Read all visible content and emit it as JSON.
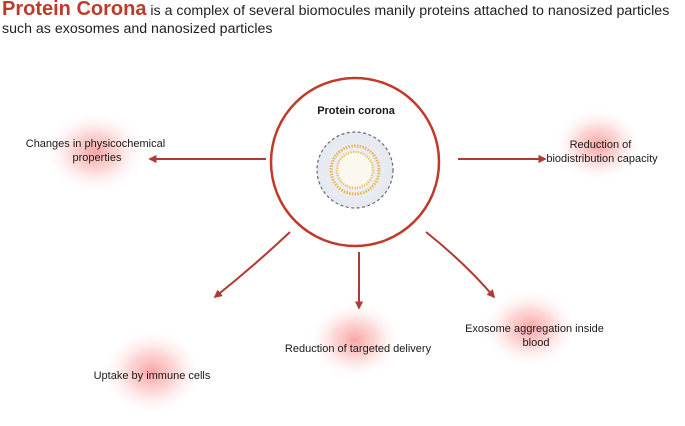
{
  "intro": {
    "title": "Protein Corona",
    "text": " is a complex of several biomocules manily proteins attached to nanosized particles such as exosomes and nanosized particles"
  },
  "center": {
    "label": "Protein corona"
  },
  "outcomes": {
    "physicochemical": [
      "Changes in physicochemical",
      "properties"
    ],
    "biodistribution": [
      "Reduction of",
      "biodistribution capacity"
    ],
    "immune": [
      "Uptake by immune cells"
    ],
    "targeted": [
      "Reduction of targeted delivery"
    ],
    "aggregation": [
      "Exosome aggregation inside",
      "blood"
    ]
  },
  "colors": {
    "accent": "#c0392b",
    "arrow": "#b03a2e",
    "glow": "#f45b5b",
    "ring": "#c0392b",
    "vesicle": "#e7c25b",
    "dashed": "#666666"
  }
}
